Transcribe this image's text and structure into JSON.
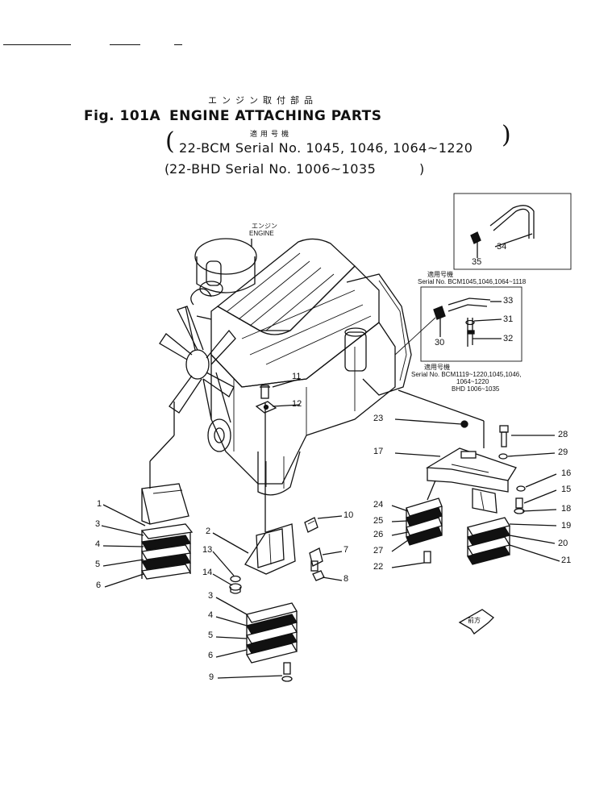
{
  "header": {
    "jp_title": "エンジン取付部品",
    "fig_label": "Fig. 101A",
    "title": "ENGINE ATTACHING PARTS",
    "applicable_jp": "適用号機",
    "serial_line_1": "22-BCM  Serial No. 1045, 1046, 1064~1220",
    "serial_line_2": "22-BHD  Serial No. 1006~1035"
  },
  "callouts": {
    "engine_jp": "エンジン",
    "engine": "ENGINE",
    "box1_jp": "適用号機",
    "box1": "Serial No. BCM1045,1046,1064~1118",
    "box2_jp": "適用号機",
    "box2_l1": "Serial No. BCM1119~1220,1045,1046,",
    "box2_l2": "1064~1220",
    "box2_l3": "BHD 1006~1035",
    "front_jp": "前方"
  },
  "parts": {
    "p1": "1",
    "p2": "2",
    "p3a": "3",
    "p4a": "4",
    "p5a": "5",
    "p6a": "6",
    "p3b": "3",
    "p4b": "4",
    "p5b": "5",
    "p6b": "6",
    "p7": "7",
    "p8": "8",
    "p9": "9",
    "p10": "10",
    "p11": "11",
    "p12": "12",
    "p13": "13",
    "p14": "14",
    "p15": "15",
    "p16": "16",
    "p17": "17",
    "p18": "18",
    "p19": "19",
    "p20": "20",
    "p21": "21",
    "p22": "22",
    "p23": "23",
    "p24": "24",
    "p25": "25",
    "p26": "26",
    "p27": "27",
    "p28": "28",
    "p29": "29",
    "p30": "30",
    "p31": "31",
    "p32": "32",
    "p33": "33",
    "p34": "34",
    "p35": "35"
  }
}
